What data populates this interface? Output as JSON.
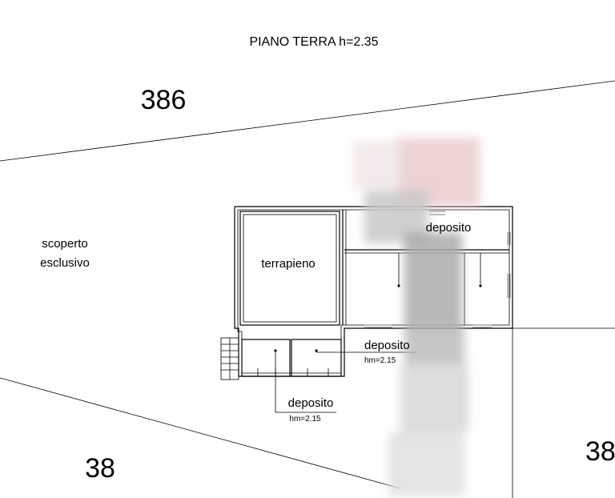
{
  "drawing": {
    "title": "PIANO TERRA h=2.35",
    "parcels": {
      "top_left": "386",
      "bottom_left": "38",
      "bottom_right": "38"
    },
    "outside": {
      "line1": "scoperto",
      "line2": "esclusivo"
    },
    "rooms": {
      "terrapieno": "terrapieno",
      "deposito_top": "deposito",
      "deposito_right": "deposito",
      "deposito_right_h": "hm=2.15",
      "deposito_bottom": "deposito",
      "deposito_bottom_h": "hm=2.15"
    }
  }
}
